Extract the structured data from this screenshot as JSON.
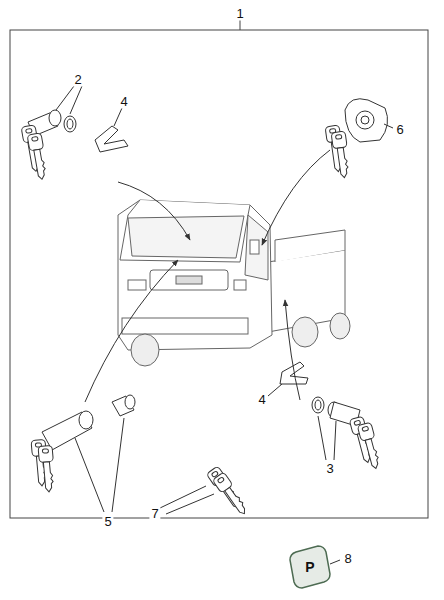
{
  "diagram": {
    "labels": [
      "1",
      "2",
      "4",
      "6",
      "4",
      "3",
      "5",
      "7",
      "8",
      "P"
    ]
  }
}
